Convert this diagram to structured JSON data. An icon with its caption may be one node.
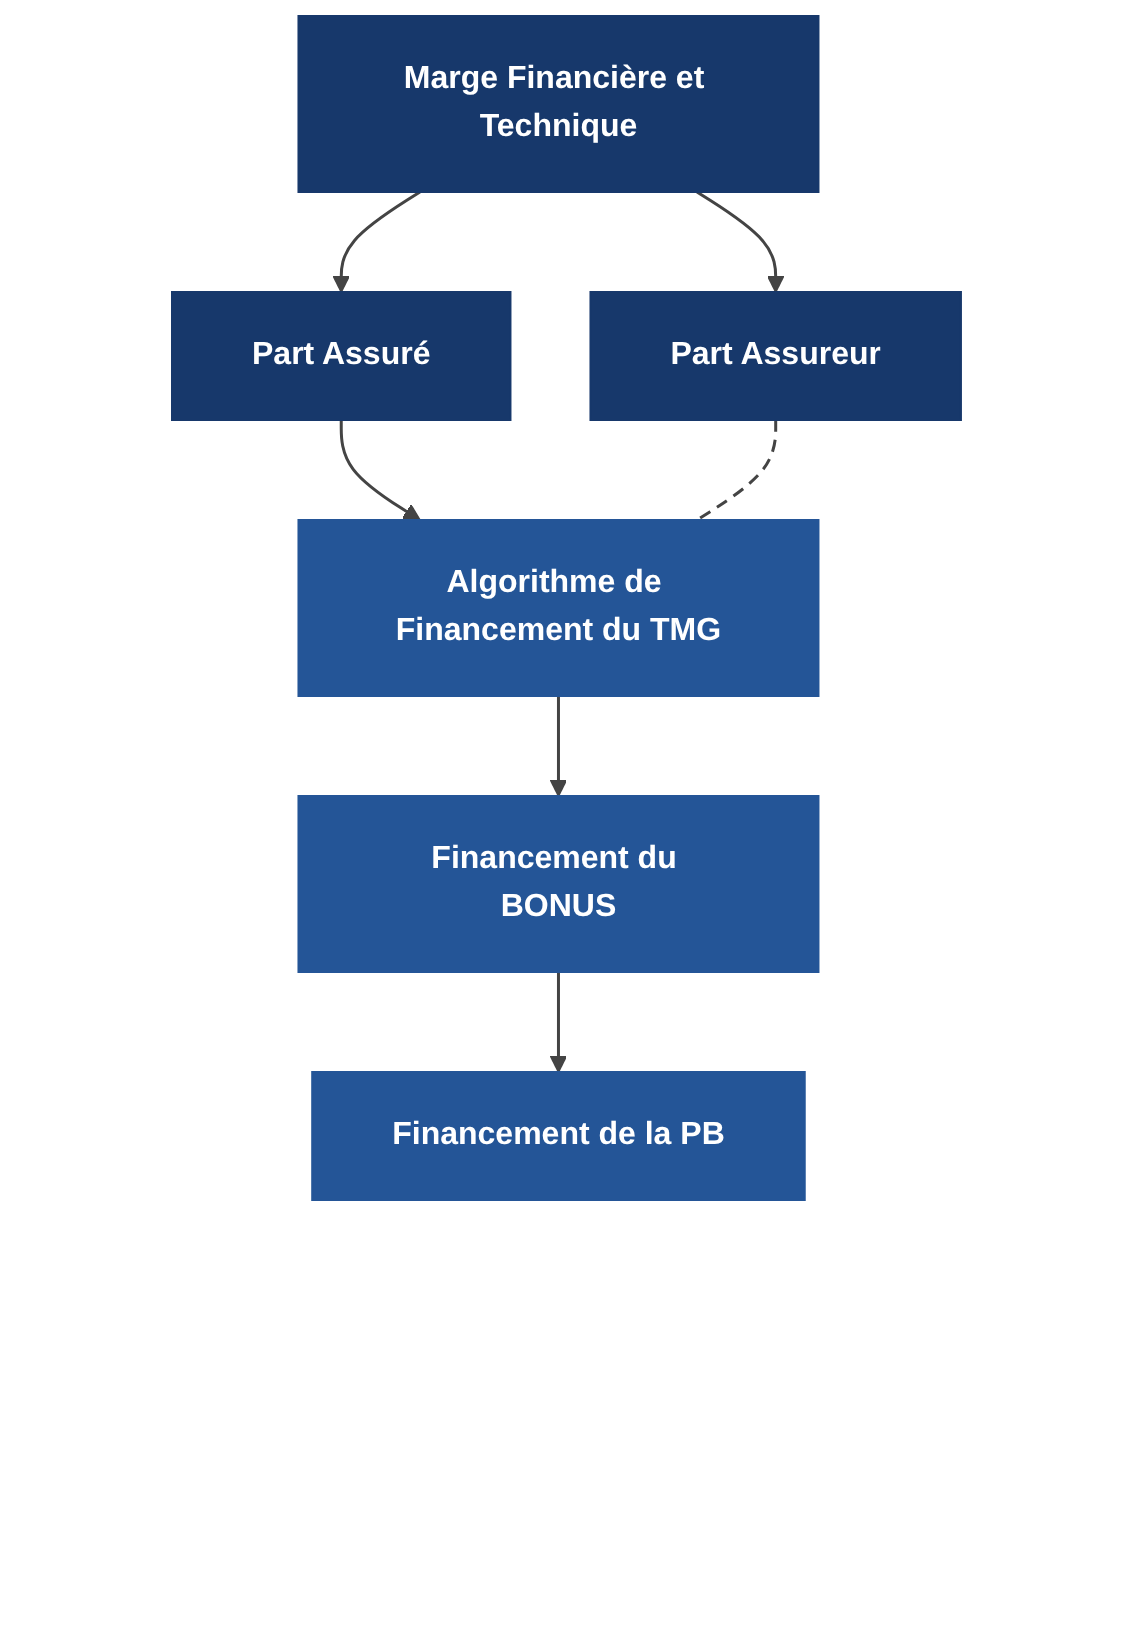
{
  "diagram": {
    "nodes": [
      {
        "text": [
          "Marge Financière et Technique"
        ]
      },
      {
        "text": [
          "Part Assureur"
        ]
      },
      {
        "text": [
          "Part Assuré"
        ]
      },
      {
        "text": [
          "Algorithme de Financement du TMG"
        ]
      },
      {
        "text": [
          "Financement du BONUS"
        ]
      },
      {
        "text": [
          "Financement de la PB"
        ]
      }
    ],
    "edges": [
      {
        "from": 0,
        "to": 1,
        "arrow": "to"
      },
      {
        "from": 0,
        "to": 2,
        "arrow": "to"
      },
      {
        "from": 2,
        "to": 3,
        "arrow": "to"
      },
      {
        "from": 1,
        "to": 3,
        "arrow": "none",
        "style": "dashed"
      },
      {
        "from": 3,
        "to": 4,
        "arrow": "to"
      },
      {
        "from": 4,
        "to": 5,
        "arrow": "to"
      }
    ]
  }
}
